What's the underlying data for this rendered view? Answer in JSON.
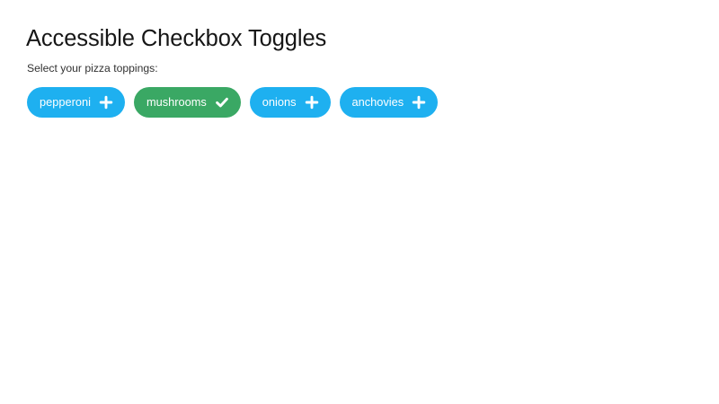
{
  "page": {
    "background_color": "#ffffff",
    "title": "Accessible Checkbox Toggles",
    "field_label": "Select your pizza toppings:"
  },
  "colors": {
    "unchecked": "#1eb0f0",
    "checked": "#3aa864",
    "label_text": "#ffffff",
    "heading_text": "#161616",
    "body_text": "#323232"
  },
  "toggles": [
    {
      "label": "pepperoni",
      "checked": false,
      "icon": "plus-icon",
      "color": "#1eb0f0"
    },
    {
      "label": "mushrooms",
      "checked": true,
      "icon": "check-icon",
      "color": "#3aa864"
    },
    {
      "label": "onions",
      "checked": false,
      "icon": "plus-icon",
      "color": "#1eb0f0"
    },
    {
      "label": "anchovies",
      "checked": false,
      "icon": "plus-icon",
      "color": "#1eb0f0"
    }
  ]
}
